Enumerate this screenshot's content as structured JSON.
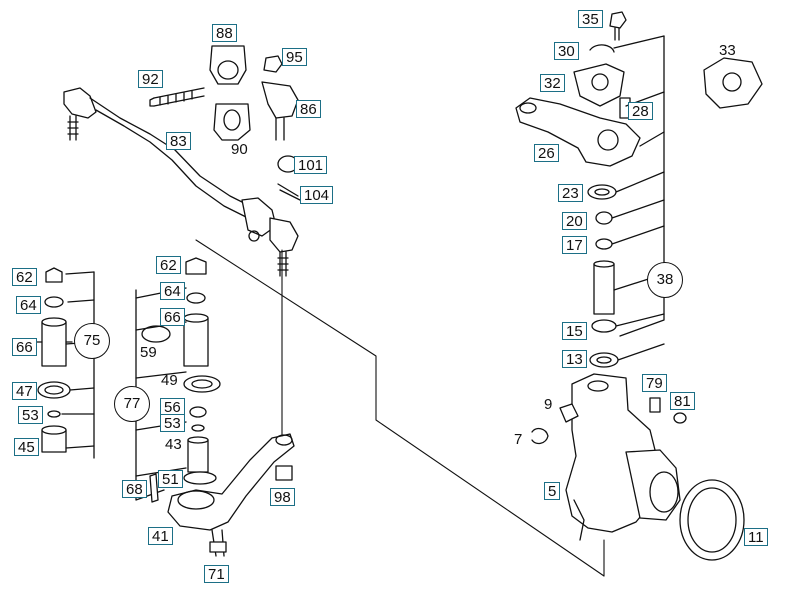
{
  "callouts": [
    {
      "id": "88",
      "label": "88",
      "boxed": true
    },
    {
      "id": "92",
      "label": "92",
      "boxed": true
    },
    {
      "id": "95",
      "label": "95",
      "boxed": true
    },
    {
      "id": "86",
      "label": "86",
      "boxed": true
    },
    {
      "id": "90",
      "label": "90",
      "boxed": false
    },
    {
      "id": "83",
      "label": "83",
      "boxed": true
    },
    {
      "id": "101",
      "label": "101",
      "boxed": true
    },
    {
      "id": "104",
      "label": "104",
      "boxed": true
    },
    {
      "id": "35",
      "label": "35",
      "boxed": true
    },
    {
      "id": "30",
      "label": "30",
      "boxed": true
    },
    {
      "id": "33",
      "label": "33",
      "boxed": false
    },
    {
      "id": "32",
      "label": "32",
      "boxed": true
    },
    {
      "id": "28",
      "label": "28",
      "boxed": true
    },
    {
      "id": "26",
      "label": "26",
      "boxed": true
    },
    {
      "id": "23",
      "label": "23",
      "boxed": true
    },
    {
      "id": "20",
      "label": "20",
      "boxed": true
    },
    {
      "id": "17",
      "label": "17",
      "boxed": true
    },
    {
      "id": "15",
      "label": "15",
      "boxed": true
    },
    {
      "id": "13",
      "label": "13",
      "boxed": true
    },
    {
      "id": "79",
      "label": "79",
      "boxed": true
    },
    {
      "id": "81",
      "label": "81",
      "boxed": true
    },
    {
      "id": "9",
      "label": "9",
      "boxed": false
    },
    {
      "id": "7",
      "label": "7",
      "boxed": false
    },
    {
      "id": "5",
      "label": "5",
      "boxed": true
    },
    {
      "id": "11",
      "label": "11",
      "boxed": true
    },
    {
      "id": "62a",
      "label": "62",
      "boxed": true
    },
    {
      "id": "64a",
      "label": "64",
      "boxed": true
    },
    {
      "id": "66a",
      "label": "66",
      "boxed": true
    },
    {
      "id": "47",
      "label": "47",
      "boxed": true
    },
    {
      "id": "53a",
      "label": "53",
      "boxed": true
    },
    {
      "id": "45",
      "label": "45",
      "boxed": true
    },
    {
      "id": "62b",
      "label": "62",
      "boxed": true
    },
    {
      "id": "64b",
      "label": "64",
      "boxed": true
    },
    {
      "id": "66b",
      "label": "66",
      "boxed": true
    },
    {
      "id": "59",
      "label": "59",
      "boxed": false
    },
    {
      "id": "49",
      "label": "49",
      "boxed": false
    },
    {
      "id": "56",
      "label": "56",
      "boxed": true
    },
    {
      "id": "53b",
      "label": "53",
      "boxed": true
    },
    {
      "id": "43",
      "label": "43",
      "boxed": false
    },
    {
      "id": "51",
      "label": "51",
      "boxed": true
    },
    {
      "id": "68",
      "label": "68",
      "boxed": true
    },
    {
      "id": "41",
      "label": "41",
      "boxed": true
    },
    {
      "id": "71",
      "label": "71",
      "boxed": true
    },
    {
      "id": "98",
      "label": "98",
      "boxed": true
    }
  ],
  "circled": [
    {
      "id": "75",
      "label": "75"
    },
    {
      "id": "77",
      "label": "77"
    },
    {
      "id": "38",
      "label": "38"
    }
  ],
  "colors": {
    "line": "#111111",
    "callout_border": "#1c6f86"
  }
}
